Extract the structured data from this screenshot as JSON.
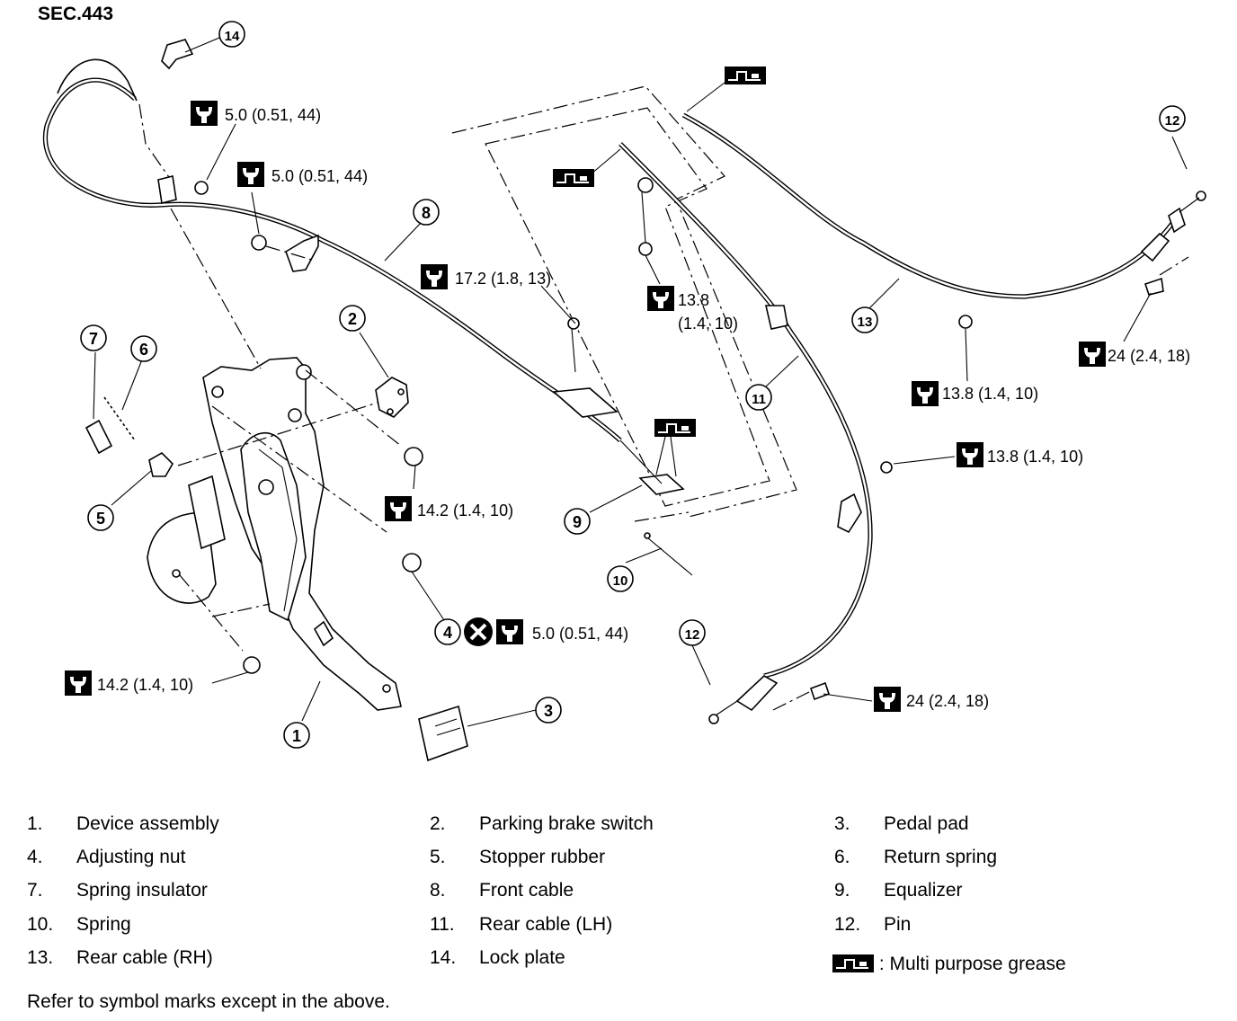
{
  "section": "SEC.443",
  "torque_labels": [
    {
      "id": "t1",
      "value": "5.0 (0.51, 44)"
    },
    {
      "id": "t2",
      "value": "5.0 (0.51, 44)"
    },
    {
      "id": "t3",
      "value": "17.2 (1.8, 13)"
    },
    {
      "id": "t4",
      "value": "13.8"
    },
    {
      "id": "t4b",
      "value": "(1.4, 10)"
    },
    {
      "id": "t5",
      "value": "14.2 (1.4, 10)"
    },
    {
      "id": "t6",
      "value": "5.0 (0.51, 44)"
    },
    {
      "id": "t7",
      "value": "14.2 (1.4, 10)"
    },
    {
      "id": "t8",
      "value": "13.8 (1.4, 10)"
    },
    {
      "id": "t9",
      "value": "13.8 (1.4, 10)"
    },
    {
      "id": "t10",
      "value": "24 (2.4, 18)"
    },
    {
      "id": "t11",
      "value": "24 (2.4, 18)"
    }
  ],
  "callouts": [
    "1",
    "2",
    "3",
    "4",
    "5",
    "6",
    "7",
    "8",
    "9",
    "10",
    "11",
    "12",
    "12",
    "13",
    "14"
  ],
  "legend": [
    {
      "num": "1.",
      "label": "Device assembly"
    },
    {
      "num": "2.",
      "label": "Parking brake switch"
    },
    {
      "num": "3.",
      "label": "Pedal pad"
    },
    {
      "num": "4.",
      "label": "Adjusting nut"
    },
    {
      "num": "5.",
      "label": "Stopper rubber"
    },
    {
      "num": "6.",
      "label": "Return spring"
    },
    {
      "num": "7.",
      "label": "Spring insulator"
    },
    {
      "num": "8.",
      "label": "Front cable"
    },
    {
      "num": "9.",
      "label": "Equalizer"
    },
    {
      "num": "10.",
      "label": "Spring"
    },
    {
      "num": "11.",
      "label": "Rear cable (LH)"
    },
    {
      "num": "12.",
      "label": "Pin"
    },
    {
      "num": "13.",
      "label": "Rear cable (RH)"
    },
    {
      "num": "14.",
      "label": "Lock plate"
    }
  ],
  "grease_note": ": Multi purpose grease",
  "icons": {
    "torque": "torque-wrench-icon",
    "grease": "grease-gun-icon",
    "replace": "do-not-reuse-icon"
  },
  "footnote": "Refer to symbol marks except in the above."
}
